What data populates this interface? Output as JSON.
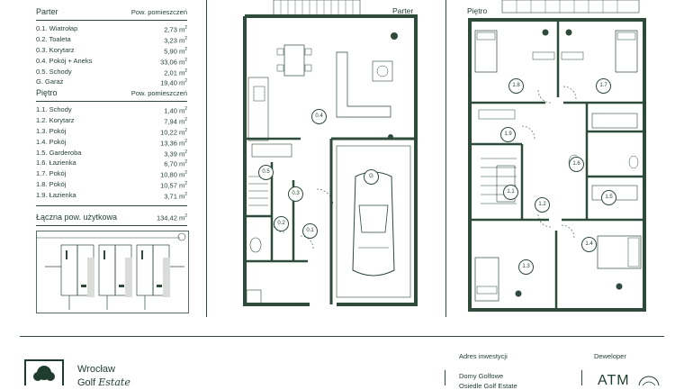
{
  "parter": {
    "title": "Parter",
    "col_header": "Pow. pomieszczeń",
    "rooms": [
      {
        "name": "0.1. Wiatrołap",
        "area": "2,73 m"
      },
      {
        "name": "0.2. Toaleta",
        "area": "3,23 m"
      },
      {
        "name": "0.3. Korytarz",
        "area": "5,90 m"
      },
      {
        "name": "0.4. Pokój + Aneks",
        "area": "33,06 m"
      },
      {
        "name": "0.5. Schody",
        "area": "2,01 m"
      },
      {
        "name": "G. Garaż",
        "area": "19,40 m"
      }
    ]
  },
  "pietro": {
    "title": "Piętro",
    "col_header": "Pow. pomieszczeń",
    "rooms": [
      {
        "name": "1.1. Schody",
        "area": "1,40 m"
      },
      {
        "name": "1.2. Korytarz",
        "area": "7,94 m"
      },
      {
        "name": "1.3. Pokój",
        "area": "10,22 m"
      },
      {
        "name": "1.4. Pokój",
        "area": "13,36 m"
      },
      {
        "name": "1.5. Garderoba",
        "area": "3,39 m"
      },
      {
        "name": "1.6. Łazienka",
        "area": "6,70 m"
      },
      {
        "name": "1.7. Pokój",
        "area": "10,80 m"
      },
      {
        "name": "1.8. Pokój",
        "area": "10,57 m"
      },
      {
        "name": "1.9. Łazienka",
        "area": "3,71 m"
      }
    ]
  },
  "total": {
    "label": "Łączna pow. użytkowa",
    "value": "134,42 m"
  },
  "unit_sup": "2",
  "plans": {
    "parter_label": "Parter",
    "pietro_label": "Piętro",
    "parter_tags": [
      "0.4",
      "0.5",
      "0.3",
      "0.2",
      "0.1",
      "G"
    ],
    "pietro_tags": [
      "1.8",
      "1.7",
      "1.9",
      "1.6",
      "1.1",
      "1.2",
      "1.5",
      "1.3",
      "1.4"
    ]
  },
  "footer": {
    "brand_line1": "Wrocław",
    "brand_line2": "Golf",
    "brand_line2_script": "Estate",
    "address_title": "Adres inwestycji",
    "address_line1": "Domy Golfowe",
    "address_line2": "Osiedle Golf Estate",
    "developer_title": "Deweloper",
    "developer_logo": "ATM"
  },
  "colors": {
    "primary": "#1f3d2e",
    "line": "#2d4a3a"
  }
}
